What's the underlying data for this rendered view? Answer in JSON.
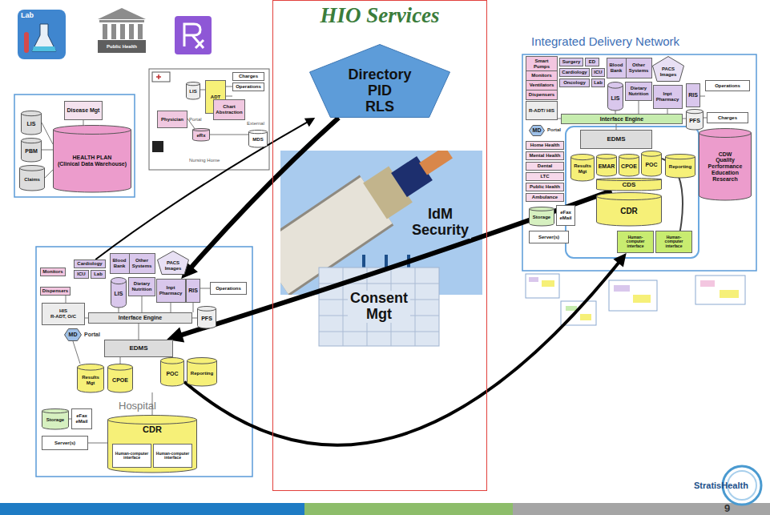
{
  "diagram": {
    "nodes": [
      {
        "text": [
          "HIO Services"
        ]
      },
      {
        "text": [
          "Directory PID RLS"
        ],
        "in": 0
      },
      {
        "text": [
          "IdM Security"
        ],
        "in": 0
      },
      {
        "text": [
          "Consent Mgt"
        ],
        "in": 0
      },
      {
        "text": [
          "Lab"
        ]
      },
      {
        "text": [
          "Public Health"
        ]
      },
      {
        "text": [
          "Charges"
        ]
      },
      {
        "text": [
          "Operations"
        ]
      },
      {
        "text": [
          "LIS"
        ]
      },
      {
        "text": [
          "ADT"
        ]
      },
      {
        "text": [
          "Physician"
        ]
      },
      {
        "text": [
          "eRx"
        ]
      },
      {
        "text": [
          "Chart Abstraction"
        ]
      },
      {
        "text": [
          "MDS"
        ]
      },
      {
        "text": [
          "LIS"
        ]
      },
      {
        "text": [
          "PBM"
        ]
      },
      {
        "text": [
          "Claims"
        ]
      },
      {
        "text": [
          "Disease Mgt"
        ]
      },
      {
        "text": [
          "HEALTH PLAN",
          "(Clinical Data Warehouse)"
        ]
      },
      {
        "text": [
          "Monitors"
        ]
      },
      {
        "text": [
          "Dispensers"
        ]
      },
      {
        "text": [
          "Cardiology"
        ]
      },
      {
        "text": [
          "ICU"
        ]
      },
      {
        "text": [
          "Lab"
        ]
      },
      {
        "text": [
          "Blood Bank"
        ]
      },
      {
        "text": [
          "Other Systems"
        ]
      },
      {
        "text": [
          "PACS Images"
        ]
      },
      {
        "text": [
          "LIS"
        ]
      },
      {
        "text": [
          "Dietary Nutrition"
        ]
      },
      {
        "text": [
          "Inpt Pharmacy"
        ]
      },
      {
        "text": [
          "RIS"
        ]
      },
      {
        "text": [
          "Operations"
        ]
      },
      {
        "text": [
          "HIS",
          "R-ADT, O/C"
        ]
      },
      {
        "text": [
          "Interface Engine"
        ]
      },
      {
        "text": [
          "PFS"
        ]
      },
      {
        "text": [
          "MD"
        ]
      },
      {
        "text": [
          "EDMS"
        ]
      },
      {
        "text": [
          "Results Mgt"
        ]
      },
      {
        "text": [
          "CPOE"
        ]
      },
      {
        "text": [
          "POC"
        ]
      },
      {
        "text": [
          "Reporting"
        ]
      },
      {
        "text": [
          "Storage"
        ]
      },
      {
        "text": [
          "eFax eMail"
        ]
      },
      {
        "text": [
          "Server(s)"
        ]
      },
      {
        "text": [
          "CDR"
        ]
      },
      {
        "text": [
          "Human-computer interface"
        ],
        "in": 44
      },
      {
        "text": [
          "Human-computer interface"
        ],
        "in": 44
      },
      {
        "text": [
          "Smart Pumps"
        ]
      },
      {
        "text": [
          "Monitors"
        ]
      },
      {
        "text": [
          "Ventilators"
        ]
      },
      {
        "text": [
          "Dispensers"
        ]
      },
      {
        "text": [
          "Surgery"
        ]
      },
      {
        "text": [
          "ED"
        ]
      },
      {
        "text": [
          "Cardiology"
        ]
      },
      {
        "text": [
          "ICU"
        ]
      },
      {
        "text": [
          "Oncology"
        ]
      },
      {
        "text": [
          "Lab"
        ]
      },
      {
        "text": [
          "Blood Bank"
        ]
      },
      {
        "text": [
          "Other Systems"
        ]
      },
      {
        "text": [
          "LIS"
        ]
      },
      {
        "text": [
          "Dietary Nutrition"
        ]
      },
      {
        "text": [
          "Inpt Pharmacy"
        ]
      },
      {
        "text": [
          "PACS Images"
        ]
      },
      {
        "text": [
          "RIS"
        ]
      },
      {
        "text": [
          "Operations"
        ]
      },
      {
        "text": [
          "R-ADT/ HIS"
        ]
      },
      {
        "text": [
          "Interface Engine"
        ]
      },
      {
        "text": [
          "PFS"
        ]
      },
      {
        "text": [
          "Charges"
        ]
      },
      {
        "text": [
          "MD"
        ]
      },
      {
        "text": [
          "Home Health"
        ]
      },
      {
        "text": [
          "Mental Health"
        ]
      },
      {
        "text": [
          "Dental"
        ]
      },
      {
        "text": [
          "LTC"
        ]
      },
      {
        "text": [
          "Public Health"
        ]
      },
      {
        "text": [
          "Ambulance"
        ]
      },
      {
        "text": [
          "EDMS"
        ]
      },
      {
        "text": [
          "Results Mgt"
        ]
      },
      {
        "text": [
          "EMAR"
        ]
      },
      {
        "text": [
          "CPOE"
        ]
      },
      {
        "text": [
          "POC"
        ]
      },
      {
        "text": [
          "Reporting"
        ]
      },
      {
        "text": [
          "CDS"
        ]
      },
      {
        "text": [
          "CDR"
        ]
      },
      {
        "text": [
          "CDW",
          "Quality Performance Education Research"
        ]
      },
      {
        "text": [
          "Storage"
        ]
      },
      {
        "text": [
          "eFax eMail"
        ]
      },
      {
        "text": [
          "Server(s)"
        ]
      },
      {
        "text": [
          "Human-computer interface"
        ]
      },
      {
        "text": [
          "Human-computer interface"
        ]
      }
    ],
    "edges": [
      {
        "from": 21,
        "to": 1,
        "arrow": "to"
      },
      {
        "from": 1,
        "to": 29,
        "arrow": "to"
      },
      {
        "from": 82,
        "to": 36,
        "arrow": "to"
      },
      {
        "from": 39,
        "to": 88,
        "arrow": "to"
      }
    ],
    "labels": [
      "Integrated Delivery Network",
      "Nursing Home",
      "Portal",
      "External",
      "Portal",
      "Hospital",
      "Portal",
      "StratisHealth",
      "9"
    ]
  }
}
